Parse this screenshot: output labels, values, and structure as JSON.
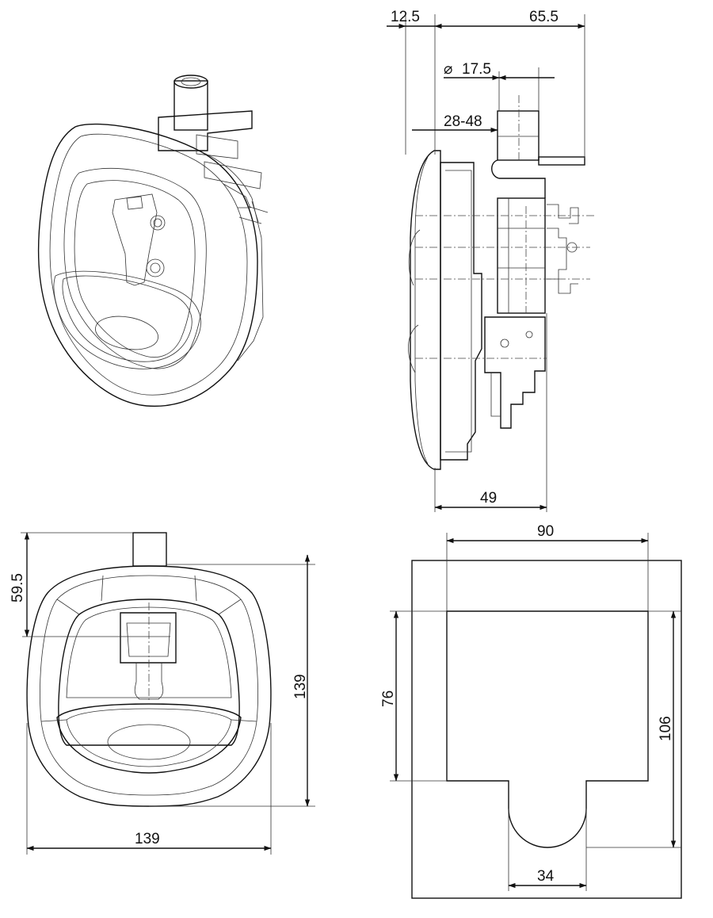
{
  "dimensions": {
    "side_offset": "12.5",
    "side_overall_depth": "65.5",
    "cylinder_diameter": "17.5",
    "door_thickness": "28-48",
    "body_depth": "49",
    "front_top_to_center": "59.5",
    "front_height": "139",
    "front_width": "139",
    "cutout_width": "90",
    "cutout_upper_height": "76",
    "cutout_total_height": "106",
    "cutout_slot_width": "34"
  },
  "symbols": {
    "diameter": "⌀"
  }
}
